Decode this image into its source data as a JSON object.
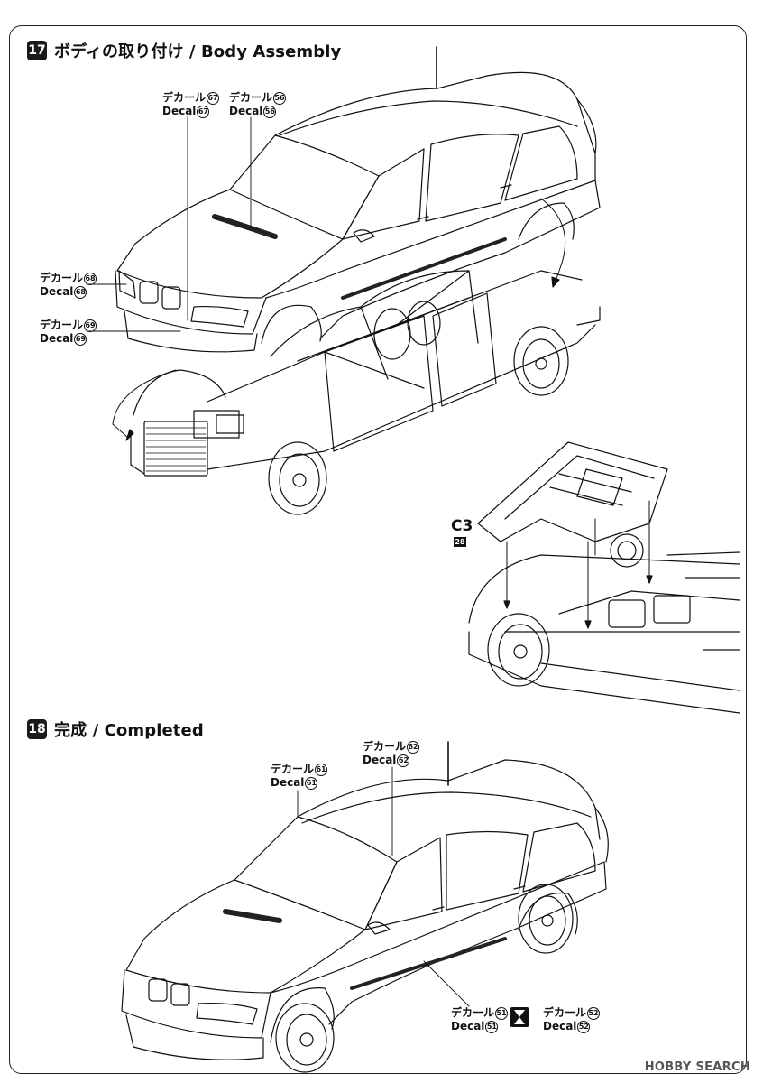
{
  "step17": {
    "number": "17",
    "title": "ボディの取り付け / Body Assembly",
    "callouts": [
      {
        "jp": "デカール",
        "num": "67",
        "en": "Decal"
      },
      {
        "jp": "デカール",
        "num": "56",
        "en": "Decal"
      },
      {
        "jp": "デカール",
        "num": "68",
        "en": "Decal"
      },
      {
        "jp": "デカール",
        "num": "69",
        "en": "Decal"
      }
    ],
    "part": {
      "label": "C3",
      "sub": "28"
    }
  },
  "step18": {
    "number": "18",
    "title": "完成 / Completed",
    "callouts": [
      {
        "jp": "デカール",
        "num": "62",
        "en": "Decal"
      },
      {
        "jp": "デカール",
        "num": "61",
        "en": "Decal"
      },
      {
        "jp": "デカール",
        "num": "51",
        "en": "Decal"
      },
      {
        "jp": "デカール",
        "num": "52",
        "en": "Decal"
      }
    ]
  },
  "watermark": "HOBBY SEARCH",
  "icons": [
    "decal-hourglass-icon"
  ],
  "colors": {
    "ink": "#111111",
    "paper": "#ffffff"
  }
}
